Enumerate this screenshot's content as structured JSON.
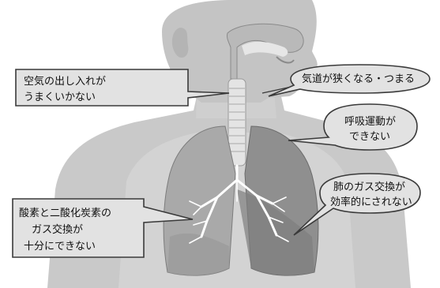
{
  "colors": {
    "background": "#ffffff",
    "body_silhouette": "#c9c9c9",
    "body_inner": "#d6d6d6",
    "lung": "#a9a9a9",
    "lung_dark": "#7a7a7a",
    "trachea": "#e4e4e4",
    "callout_fill": "#e2e2e2",
    "callout_stroke": "#3a3a3a",
    "text": "#111111"
  },
  "labels": {
    "air_flow": {
      "line1": "空気の出し入れが",
      "line2": "うまくいかない"
    },
    "airway": {
      "line1": "気道が狭くなる・つまる"
    },
    "breathing_motion": {
      "line1": "呼吸運動が",
      "line2": "できない"
    },
    "lung_exchange": {
      "line1": "肺のガス交換が",
      "line2": "効率的にされない"
    },
    "gas_exchange": {
      "line1": "酸素と二酸化炭素の",
      "line2": "ガス交換が",
      "line3": "十分にできない"
    }
  }
}
